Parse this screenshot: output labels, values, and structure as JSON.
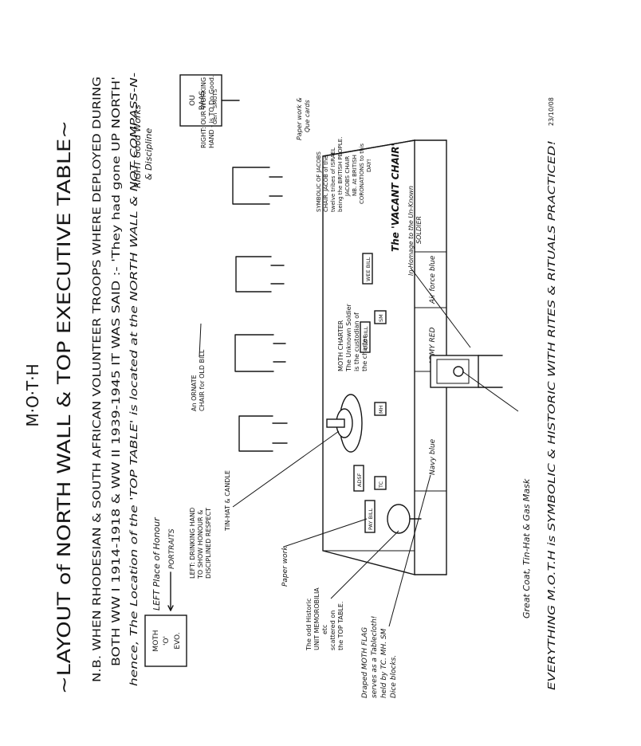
{
  "title": "M·O·T·H",
  "subtitle": "~LAYOUT of NORTH WALL & TOP EXECUTIVE TABLE~",
  "intro_lines": [
    "N.B. WHEN RHODESIAN & SOUTH AFRICAN VOLUNTEER TROOPS WHERE DEPLOYED DURING",
    "BOTH WW I 1914-1918 & WW II 1939-1945 IT WAS SAID :- 'They had gone UP NORTH'",
    "hence, The Location of the 'TOP TABLE' is located at the NORTH WALL & NOT COMPASS-N-"
  ],
  "left_box": {
    "lines": [
      "MOTH",
      "'O'",
      "EVO."
    ]
  },
  "left_place": {
    "lines": [
      "LEFT Place of Honour"
    ],
    "arrow_label": "PORTRAITS"
  },
  "right_box": {
    "lines": [
      "OU",
      "BAAS"
    ],
    "sub": [
      "Gen",
      "SMUTS"
    ]
  },
  "right_place": {
    "lines": [
      "RIGHT Good Works",
      "& Discipline"
    ]
  },
  "left_note": {
    "lines": [
      "LEFT: DRINKING HAND",
      "TO SHOW HONOUR &",
      "DISCIPLINED RESPECT"
    ]
  },
  "right_note": {
    "lines": [
      "RIGHT: OUR WORKING",
      "HAND - is TO Do Good."
    ]
  },
  "tin_hat_label": "TIN-HAT & CANDLE",
  "ornate_chair_label": [
    "An ORNATE",
    "CHAIR for OLD BILL"
  ],
  "paper_work_left": "Paper work",
  "paper_work_right": [
    "Paper work &",
    "Que cards"
  ],
  "memorabilia_note": [
    "The odd Historic",
    "UNIT MEMOROBILIA",
    "etc",
    "scattered on",
    "the TOP TABLE."
  ],
  "flag_note": [
    "Draped MOTH FLAG",
    "serves as a Tablecloth!",
    "held by TC. MH. SM",
    "Dice blocks."
  ],
  "band_labels": [
    "Navy blue",
    "ARMY RED",
    "Air force blue"
  ],
  "table_tags": [
    "PAY BILL",
    "ADSF",
    "TC",
    "MH",
    "OLD BILL",
    "SM",
    "WEE BILL"
  ],
  "charter_note": [
    "MOTH CHARTER",
    "The Unknown Soldier",
    "is the custodian of",
    "the charter"
  ],
  "symbolic_note": [
    "SYMBOLIC OF JACOBS",
    "CHAIR. JACOB of the",
    "twelve tribes of ISRAEL",
    "being the BRITISH PEOPLE.",
    "JACOBS CHAIR",
    "NB. At BRITISH",
    "CORONATIONS to this",
    "DAY!"
  ],
  "vacant_chair": {
    "title": "The 'VACANT CHAIR'",
    "sub": [
      "In Homage to the Un-Known",
      "SOLDIER"
    ]
  },
  "great_coat": "Great Coat, Tin-Hat & Gas Mask",
  "footer": "EVERYTHING M.O.T.H is SYMBOLIC & HISTORIC WITH RITES & RITUALS PRACTICED!",
  "signature": "23/10/08"
}
